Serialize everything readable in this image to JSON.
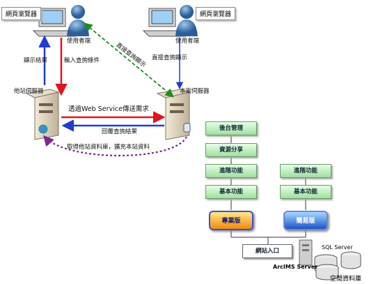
{
  "labels": {
    "browser_left": "網頁瀏覽器",
    "browser_right": "網頁瀏覽器",
    "user_left": "使用者端",
    "user_right": "使用者端",
    "show_result": "顯示結果",
    "input_query": "輸入查詢條件",
    "direct_query": "直接查詢顯示",
    "direct_query_diag": "直接查詢顯示",
    "other_server": "他站伺服器",
    "this_server": "本案伺服器",
    "via_webservice": "透過Web Service傳送需求",
    "return_result": "回覆查詢結果",
    "fetch_data": "取得他站資料庫，擴充本站資料"
  },
  "stack": [
    "後台管理",
    "資源分享",
    "進階功能",
    "基本功能"
  ],
  "stack_right": [
    "進階功能",
    "基本功能"
  ],
  "versions": {
    "pro": "專業版",
    "simple": "簡易版"
  },
  "portal": "網站入口",
  "arcims": "ArcIMS Server",
  "sqlserver": "SQL Server",
  "spatial_db": "空間資料庫",
  "colors": {
    "red": "#e0141e",
    "blue": "#1e3cd2",
    "green": "#1e8c1e",
    "purple": "#7a2a8a"
  }
}
